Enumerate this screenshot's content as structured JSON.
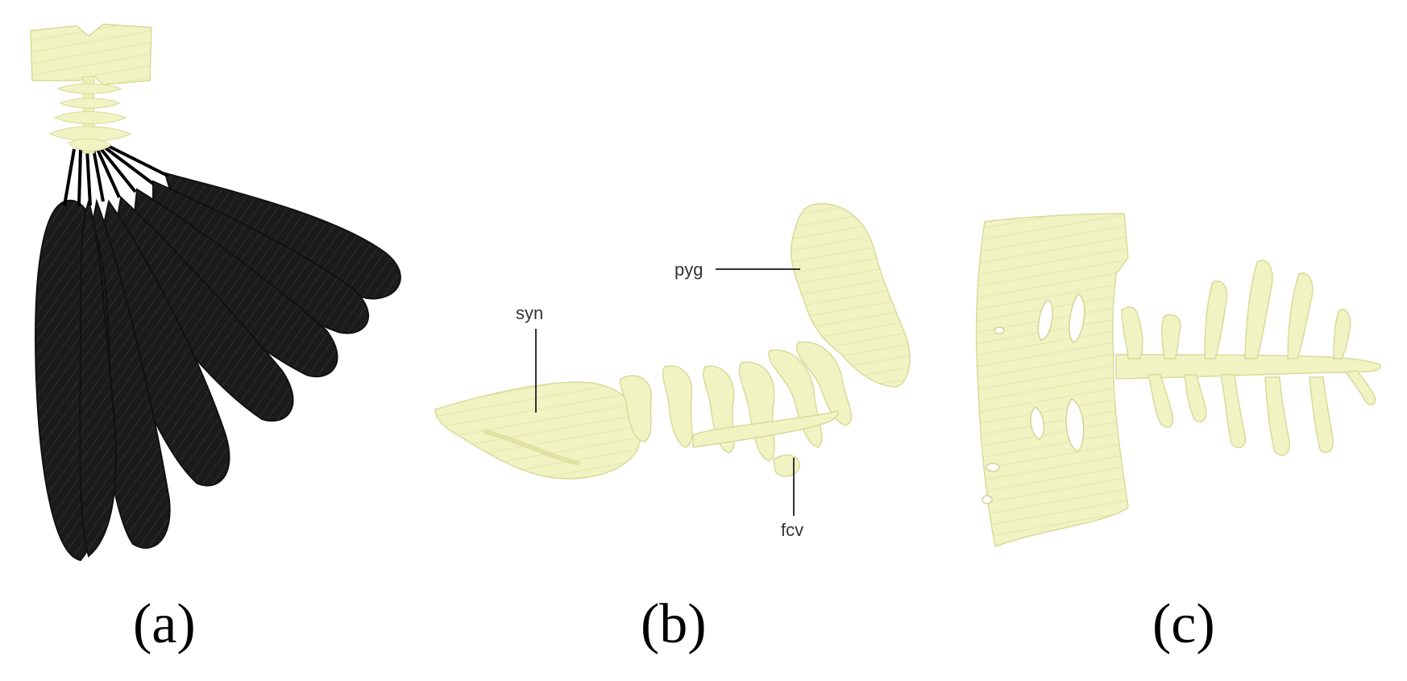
{
  "panels": [
    {
      "label": "(a)"
    },
    {
      "label": "(b)"
    },
    {
      "label": "(c)"
    }
  ],
  "annotations": {
    "pyg": "pyg",
    "syn": "syn",
    "fcv": "fcv"
  },
  "colors": {
    "bone": "#f2f3c3",
    "bone_shadow": "#dfe2a2",
    "feather": "#1b1b1b",
    "feather_edge": "#2b2b2b",
    "rachis": "#000000",
    "leader_line": "#333333"
  },
  "icons": {
    "panel_a": "tail-skeleton-with-feathers-illustration",
    "panel_b": "tail-skeleton-lateral-illustration",
    "panel_c": "tail-skeleton-dorsal-illustration"
  }
}
